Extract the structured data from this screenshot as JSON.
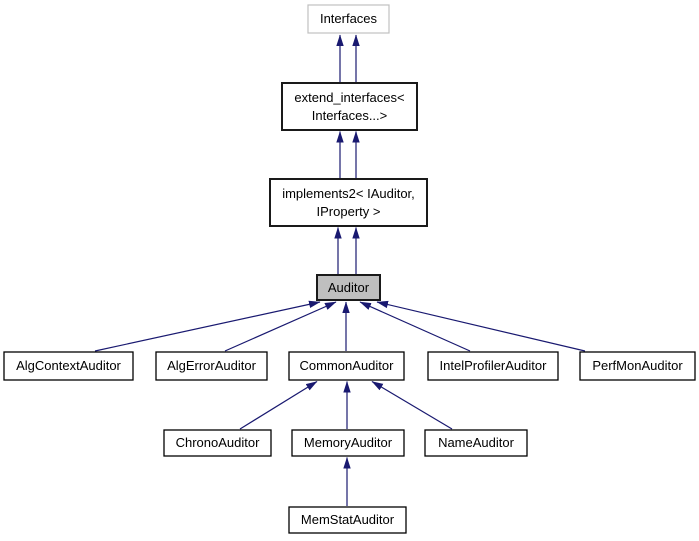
{
  "diagram": {
    "type": "class-inheritance-graph",
    "colors": {
      "edge": "#191970",
      "node_border": "#000000",
      "node_fill": "#ffffff",
      "current_node_fill": "#bfbfbf",
      "external_node_border": "#c0c0c0",
      "text": "#000000",
      "background": "#ffffff"
    },
    "nodes": {
      "interfaces": {
        "label": "Interfaces"
      },
      "extend_interfaces": {
        "line1": "extend_interfaces<",
        "line2": "Interfaces...>"
      },
      "implements2": {
        "line1": "implements2< IAuditor,",
        "line2": "IProperty >"
      },
      "auditor": {
        "label": "Auditor"
      },
      "alg_context_auditor": {
        "label": "AlgContextAuditor"
      },
      "alg_error_auditor": {
        "label": "AlgErrorAuditor"
      },
      "common_auditor": {
        "label": "CommonAuditor"
      },
      "intel_profiler_auditor": {
        "label": "IntelProfilerAuditor"
      },
      "perf_mon_auditor": {
        "label": "PerfMonAuditor"
      },
      "chrono_auditor": {
        "label": "ChronoAuditor"
      },
      "memory_auditor": {
        "label": "MemoryAuditor"
      },
      "name_auditor": {
        "label": "NameAuditor"
      },
      "mem_stat_auditor": {
        "label": "MemStatAuditor"
      }
    },
    "edges": [
      "extend_interfaces -> Interfaces (x2)",
      "implements2 -> extend_interfaces (x2)",
      "Auditor -> implements2 (x2)",
      "AlgContextAuditor -> Auditor",
      "AlgErrorAuditor -> Auditor",
      "CommonAuditor -> Auditor",
      "IntelProfilerAuditor -> Auditor",
      "PerfMonAuditor -> Auditor",
      "ChronoAuditor -> CommonAuditor",
      "MemoryAuditor -> CommonAuditor",
      "NameAuditor -> CommonAuditor",
      "MemStatAuditor -> MemoryAuditor"
    ]
  }
}
